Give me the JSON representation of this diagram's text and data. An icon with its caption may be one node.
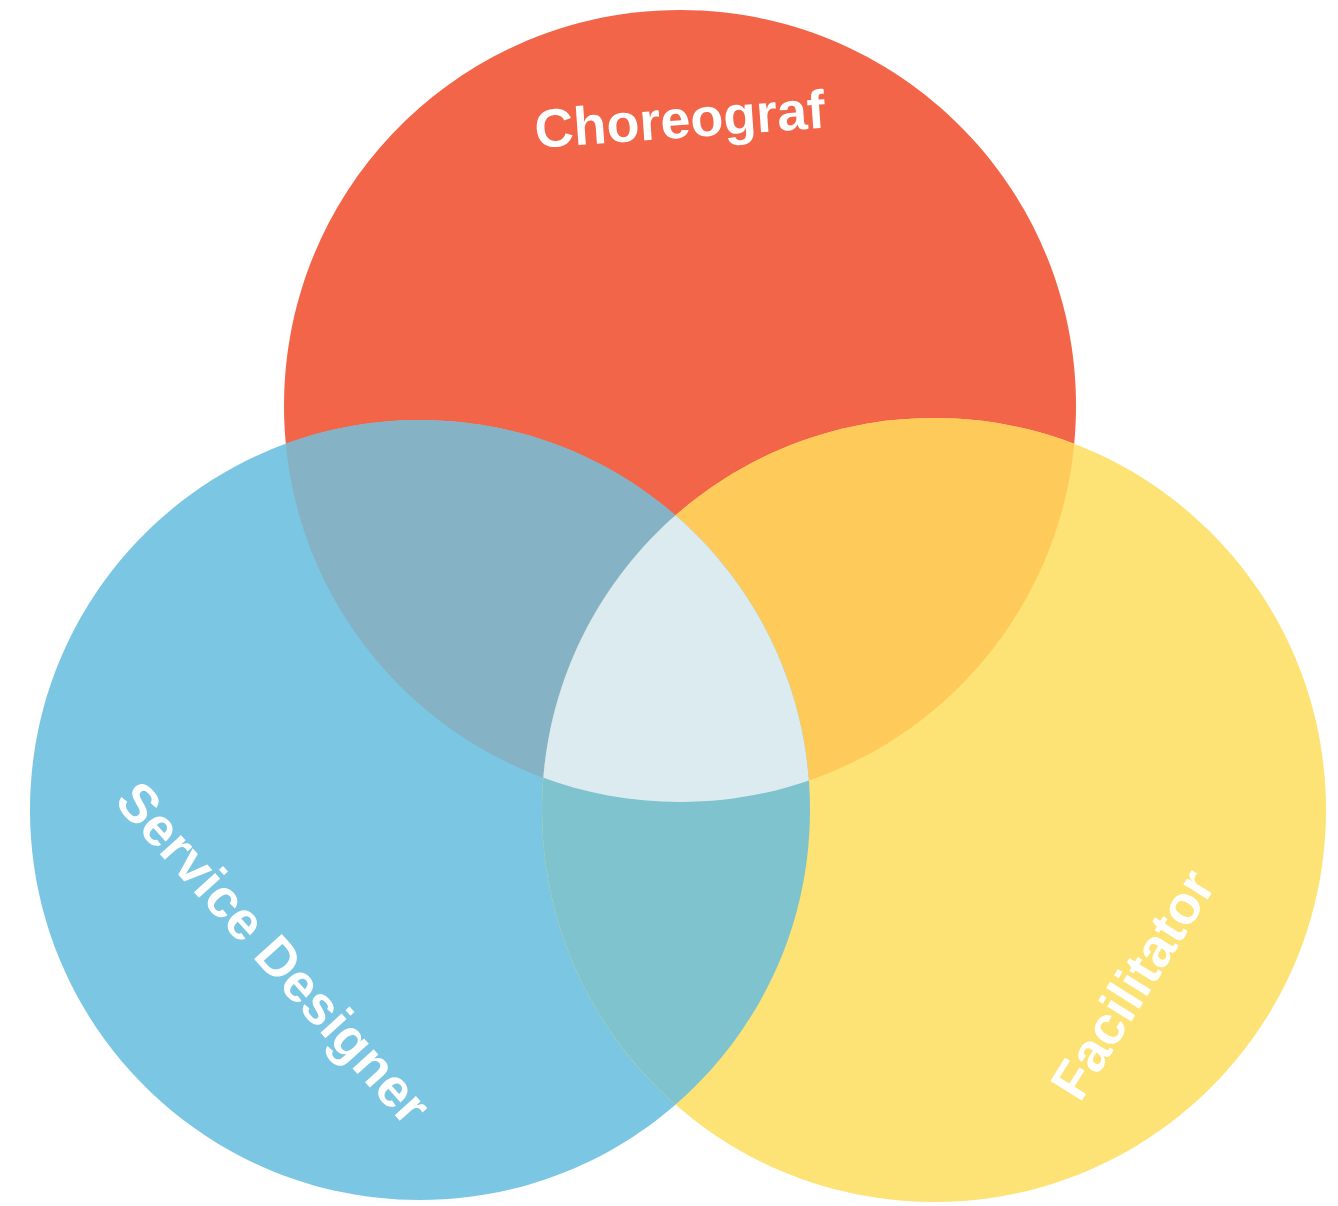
{
  "diagram": {
    "nodes": [
      {
        "text": [
          "Choreograf"
        ]
      },
      {
        "text": [
          "Service Designer"
        ]
      },
      {
        "text": [
          "Facilitator"
        ]
      }
    ]
  }
}
